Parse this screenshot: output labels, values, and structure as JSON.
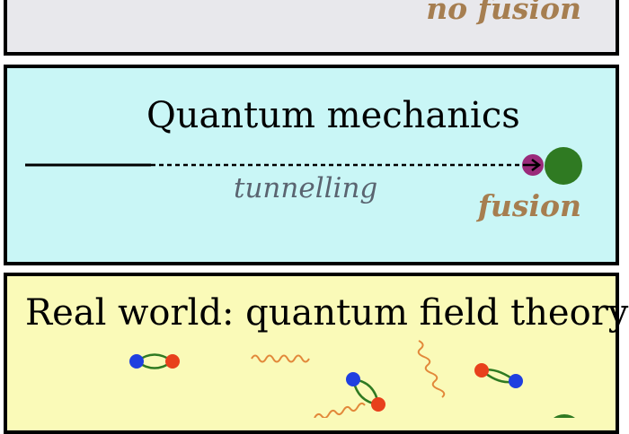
{
  "classical": {
    "outcome": "no fusion"
  },
  "quantum": {
    "title": "Quantum mechanics",
    "caption": "tunnelling",
    "outcome": "fusion"
  },
  "real": {
    "title": "Real world: quantum field theory"
  },
  "colors": {
    "classical_bg": "#e8e8ec",
    "quantum_bg": "#c9f6f6",
    "real_bg": "#fafab8",
    "label": "#a67e50",
    "nucleus_green": "#2f7a22",
    "projectile_purple": "#9a2a7a",
    "blue": "#1f3fe0",
    "red": "#e8401c",
    "wave_orange": "#e2883a"
  }
}
